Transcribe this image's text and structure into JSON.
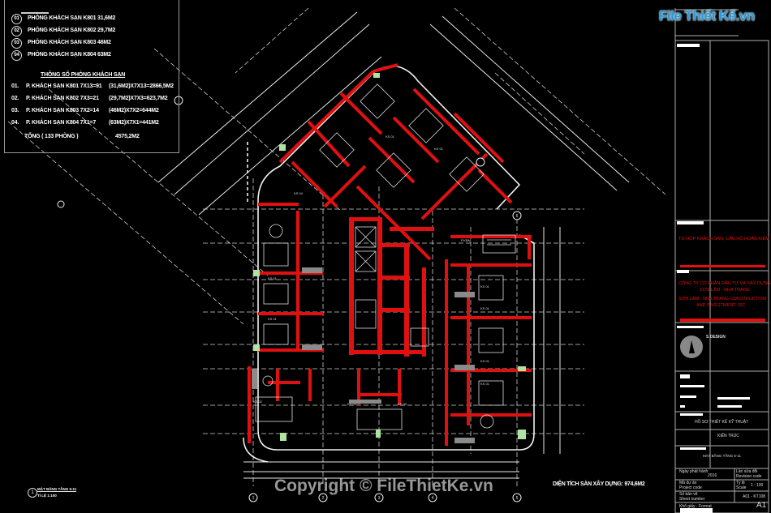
{
  "legend": {
    "room_types": [
      {
        "num": "01",
        "label": "PHÒNG KHÁCH SẠN K801 31,6M2"
      },
      {
        "num": "02",
        "label": "PHÒNG KHÁCH SẠN K802 29,7M2"
      },
      {
        "num": "03",
        "label": "PHÒNG KHÁCH SẠN K803 46M2"
      },
      {
        "num": "04",
        "label": "PHÒNG KHÁCH SẠN K804 63M2"
      }
    ],
    "stats_title": "THÔNG SỐ PHÒNG KHÁCH SẠN",
    "stats": [
      {
        "num": "01.",
        "label": "P. KHÁCH SẠN K801 7X13=91",
        "area": "(31,6M2)X7X13=2866,5M2"
      },
      {
        "num": "02.",
        "label": "P. KHÁCH SẠN K802 7X3=21",
        "area": "(29,7M2)X7X3=623,7M2"
      },
      {
        "num": "03.",
        "label": "P. KHÁCH SẠN K803 7X2=14",
        "area": "(46M2)X7X2=644M2"
      },
      {
        "num": "04.",
        "label": "P. KHÁCH SẠN K804 7X1=7",
        "area": "(63M2)X7X1=441M2"
      }
    ],
    "total_label": "TỔNG ( 133 PHÒNG )",
    "total_value": "4575,2M2"
  },
  "logo": {
    "text": "File Thiết Kế.vn",
    "color": "#1e9be0"
  },
  "watermark": "Copyright © FileThietKe.vn",
  "floor_area": "DIỆN TÍCH SÀN XÂY DỰNG: 974,6M2",
  "plan_title": {
    "name": "MẶT BẰNG TẦNG 5-11",
    "scale": "TỈ LỆ 1:100"
  },
  "plan_labels": {
    "room": "KS 01",
    "room2": "KS 02",
    "room3": "KS 03",
    "room4": "KS 04",
    "stair": "P.KBM"
  },
  "grid_bubbles": [
    "1",
    "2",
    "3",
    "4",
    "5",
    "6"
  ],
  "title_block": {
    "project": "TỔ HỢP KHÁCH SẠN, CĂN HỘ HOÀN KIẾM",
    "owner_vn_1": "CÔNG TY CỔ PHẦN ĐẦU TƯ VÀ XÂY DỰNG",
    "owner_vn_2": "SƠN LÂM - NHA TRANG",
    "owner_en_1": "SƠN LÂM - NHA TRANG CONSTRUCTION",
    "owner_en_2": "AND INVESTMENT JSC",
    "designer": "S DESIGN",
    "stage": "HỒ SƠ THIẾT KẾ KỸ THUẬT",
    "discipline": "KIẾN TRÚC",
    "drawing_title": "MẶT BẰNG TẦNG 5-11",
    "issue_date_label": "Ngày phát hành",
    "issue_date": "2016",
    "revision_label_vn": "Lần sửa đổi",
    "revision_label_en": "Revision code",
    "project_code_vn": "Mã dự án",
    "project_code_en": "Project code",
    "scale_vn": "Tỷ lệ",
    "scale_en": "Scale",
    "scale": "1 : 100",
    "sheet_vn": "Số bản vẽ",
    "sheet_en": "Sheet number",
    "sheet": "A01 - KT108",
    "format_label": "Khổ giấy - Format",
    "format": "A1"
  },
  "colors": {
    "background": "#000000",
    "walls": "#e01010",
    "lines": "#ffffff",
    "frame": "#9a9a9a"
  }
}
